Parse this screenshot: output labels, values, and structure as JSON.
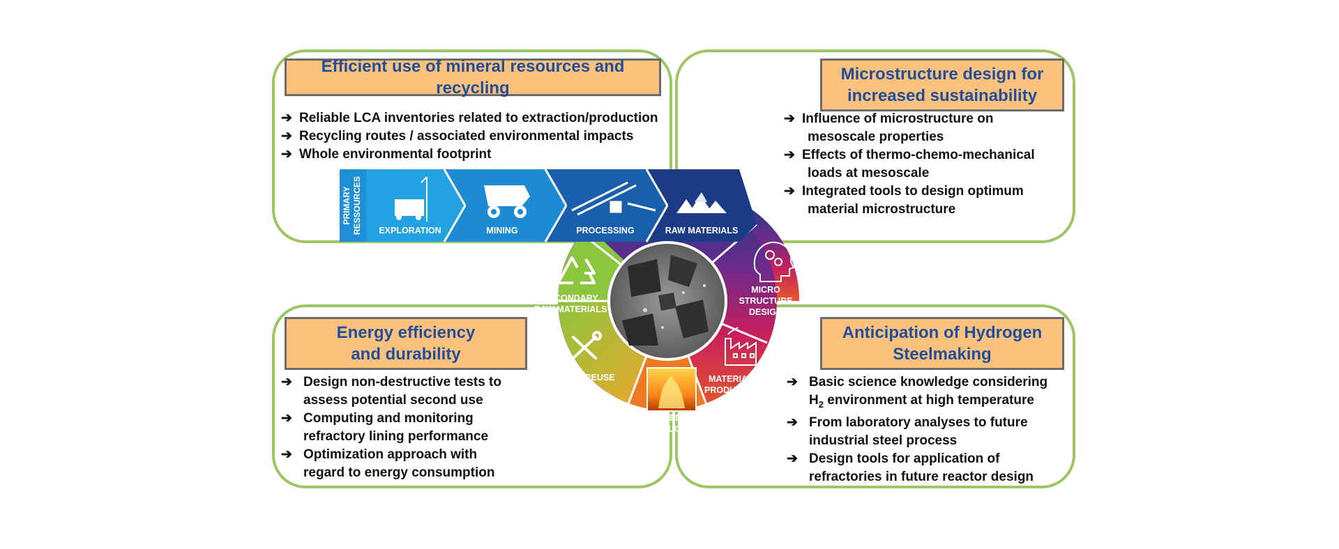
{
  "panels": {
    "top_left": {
      "title": "Efficient use of mineral resources and recycling",
      "bullets": [
        "Reliable LCA inventories related to extraction/production",
        "Recycling routes / associated environmental impacts",
        "Whole environmental footprint"
      ]
    },
    "top_right": {
      "title_line1": "Microstructure design for",
      "title_line2": "increased sustainability",
      "bullets": [
        {
          "l1": "Influence of microstructure on",
          "l2": "mesoscale properties"
        },
        {
          "l1": "Effects of thermo-chemo-mechanical",
          "l2": "loads at mesoscale"
        },
        {
          "l1": "Integrated tools to design optimum",
          "l2": "material microstructure"
        }
      ]
    },
    "bottom_left": {
      "title_line1": "Energy efficiency",
      "title_line2": "and durability",
      "bullets": [
        {
          "l1": "Design non-destructive tests to",
          "l2": "assess potential second use"
        },
        {
          "l1": "Computing and monitoring",
          "l2": "refractory lining performance"
        },
        {
          "l1": "Optimization approach with",
          "l2": "regard to energy consumption"
        }
      ]
    },
    "bottom_right": {
      "title_line1": "Anticipation of Hydrogen",
      "title_line2": "Steelmaking",
      "bullets": [
        {
          "l1": "Basic science knowledge considering",
          "l2_pre": "H",
          "l2_sub": "2",
          "l2_post": " environment at high temperature"
        },
        {
          "l1": "From laboratory analyses to future",
          "l2": "industrial steel process"
        },
        {
          "l1": "Design tools for application of",
          "l2": "refractories in future reactor design"
        }
      ]
    }
  },
  "arrow_glyph": "➔",
  "flow": {
    "primary_line1": "PRIMARY",
    "primary_line2": "RESSOURCES",
    "steps": [
      "EXPLORATION",
      "MINING",
      "PROCESSING",
      "RAW MATERIALS"
    ]
  },
  "cycle": {
    "micro_line1": "MICRO",
    "micro_line2": "STRUCTURE",
    "micro_line3": "DESIGN",
    "materials_line1": "MATERIALS",
    "materials_line2": "PRODUCTION",
    "steel_line1": "STEEL",
    "steel_line2": "PRODUCTION",
    "use_reuse": "USE / REUSE",
    "secondary_line1": "SECONDARY",
    "secondary_line2": "RAW MATERIALS"
  },
  "icons": [
    "drill-rig-icon",
    "dump-truck-icon",
    "conveyor-icon",
    "rock-pile-icon",
    "head-gears-icon",
    "factory-icon",
    "molten-steel-icon",
    "wrench-screwdriver-icon",
    "recycle-icon",
    "microstructure-image"
  ],
  "colors": {
    "panel_border": "#9dc563",
    "title_fill": "#fcc17c",
    "title_text": "#1f4e9a",
    "green_segment": "#8cc63f",
    "blue_light": "#1ba1e2",
    "blue_dark": "#1b3f8b",
    "purple": "#7d2a8c",
    "magenta": "#c2185b",
    "orange": "#f08a24"
  }
}
